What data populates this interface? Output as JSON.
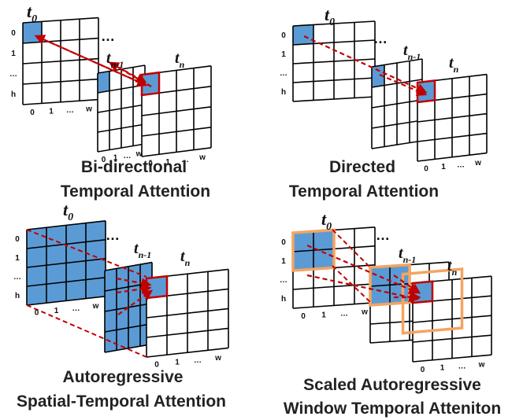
{
  "colors": {
    "fill_blue": "#5b9bd5",
    "red": "#c00000",
    "orange": "#f4a460",
    "grid": "#000000"
  },
  "symbols": {
    "ellipsis": "…",
    "t_main": "t"
  },
  "tick_labels": {
    "row0": "0",
    "row1": "1",
    "row_mid": "…",
    "row_h": "h",
    "col0": "0",
    "col1": "1",
    "col_mid": "…",
    "col_w": "w"
  },
  "frame_labels": {
    "first": "0",
    "prev": "n-1",
    "last": "n"
  },
  "panels": [
    {
      "id": "bi",
      "caption_line1": "Bi-directional",
      "caption_line2": "Temporal Attention"
    },
    {
      "id": "directed",
      "caption_line1": "Directed",
      "caption_line2": "Temporal Attention"
    },
    {
      "id": "ar",
      "caption_line1": "Autoregressive",
      "caption_line2": "Spatial-Temporal Attention"
    },
    {
      "id": "sarw",
      "caption_line1": "Scaled Autoregressive",
      "caption_line2": "Window Temporal Atteniton"
    }
  ]
}
